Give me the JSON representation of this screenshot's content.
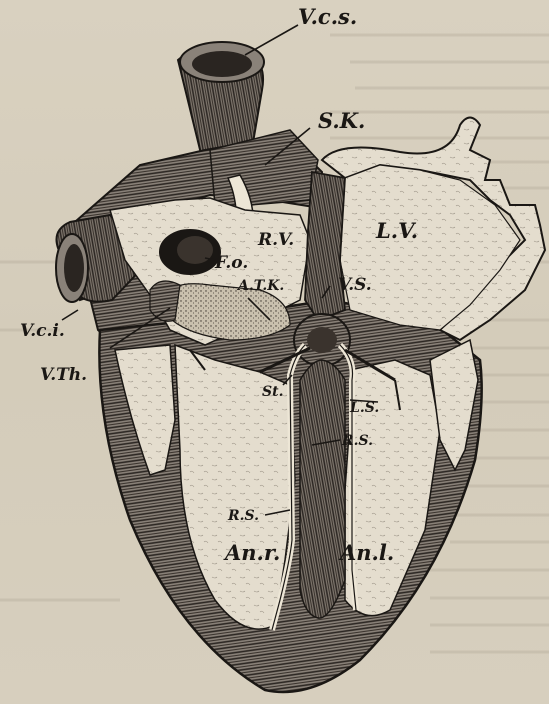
{
  "labels": {
    "vcs": "V.c.s.",
    "sk": "S.K.",
    "rv": "R.V.",
    "lv": "L.V.",
    "fo": "F.o.",
    "atk": "A.T.K.",
    "vs": "V.S.",
    "vci": "V.c.i.",
    "vth": "V.Th.",
    "st": "St.",
    "ls": "L.S.",
    "rs1": "R.S.",
    "rs2": "R.S.",
    "anr": "An.r.",
    "anl": "An.l."
  }
}
